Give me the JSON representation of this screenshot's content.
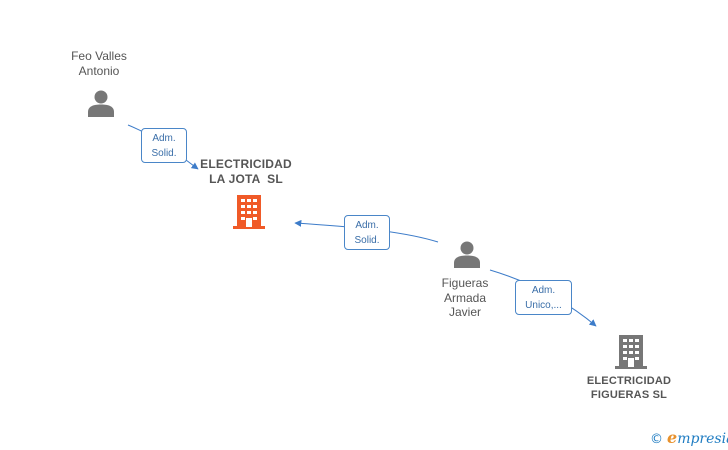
{
  "people": [
    {
      "id": "feo",
      "name_line1": "Feo Valles",
      "name_line2": "Antonio"
    },
    {
      "id": "figueras",
      "name_line1": "Figueras",
      "name_line2": "Armada",
      "name_line3": "Javier"
    }
  ],
  "companies": [
    {
      "id": "jota",
      "name_line1": "ELECTRICIDAD",
      "name_line2": "LA JOTA  SL",
      "color": "#f05a28"
    },
    {
      "id": "figueras_sl",
      "name_line1": "ELECTRICIDAD",
      "name_line2": "FIGUERAS SL",
      "color": "#777777"
    }
  ],
  "relations": [
    {
      "from": "feo",
      "to": "jota",
      "label_line1": "Adm.",
      "label_line2": "Solid."
    },
    {
      "from": "figueras",
      "to": "jota",
      "label_line1": "Adm.",
      "label_line2": "Solid."
    },
    {
      "from": "figueras",
      "to": "figueras_sl",
      "label_line1": "Adm.",
      "label_line2": "Unico,..."
    }
  ],
  "colors": {
    "edge": "#3d7cc9",
    "person": "#777777"
  },
  "footer": {
    "copyright_symbol": "©",
    "brand_first": "e",
    "brand_rest": "mpresia"
  }
}
